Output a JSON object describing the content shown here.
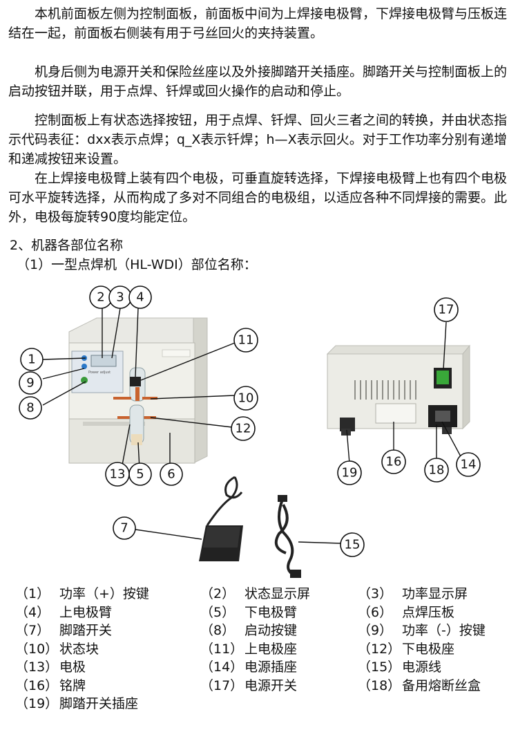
{
  "paragraphs": [
    "本机前面板左侧为控制面板，前面板中间为上焊接电极臂，下焊接电极臂与压板连结在一起，前面板右侧装有用于弓丝回火的夹持装置。",
    "机身后侧为电源开关和保险丝座以及外接脚踏开关插座。脚踏开关与控制面板上的启动按钮并联，用于点焊、钎焊或回火操作的启动和停止。",
    "控制面板上有状态选择按钮，用于点焊、钎焊、回火三者之间的转换，并由状态指示代码表征：dxx表示点焊；q_X表示钎焊；h—X表示回火。对于工作功率分别有递增和递减按钮来设置。",
    "在上焊接电极臂上装有四个电极，可垂直旋转选择，下焊接电极臂上也有四个电极可水平旋转选择，从而构成了多对不同组合的电极组，以适应各种不同焊接的需要。此外，电极每旋转90度均能定位。"
  ],
  "section_heading": "2、机器各部位名称",
  "sub_heading": "（1）一型点焊机（HL-WDⅠ）部位名称：",
  "figure": {
    "callouts": [
      "1",
      "2",
      "3",
      "4",
      "5",
      "6",
      "7",
      "8",
      "9",
      "10",
      "11",
      "12",
      "13",
      "14",
      "15",
      "16",
      "17",
      "18",
      "19"
    ],
    "front_panel_small_text": "Power adjust"
  },
  "parts_list": [
    {
      "num": "（1）",
      "name": "功率（+）按键"
    },
    {
      "num": "（2）",
      "name": "状态显示屏"
    },
    {
      "num": "（3）",
      "name": "功率显示屏"
    },
    {
      "num": "（4）",
      "name": "上电极臂"
    },
    {
      "num": "（5）",
      "name": "下电极臂"
    },
    {
      "num": "（6）",
      "name": "点焊压板"
    },
    {
      "num": "（7）",
      "name": "脚踏开关"
    },
    {
      "num": "（8）",
      "name": "启动按键"
    },
    {
      "num": "（9）",
      "name": "功率（-）按键"
    },
    {
      "num": "（10）",
      "name": "状态块"
    },
    {
      "num": "（11）",
      "name": "上电极座"
    },
    {
      "num": "（12）",
      "name": "下电极座"
    },
    {
      "num": "（13）",
      "name": "电极"
    },
    {
      "num": "（14）",
      "name": "电源插座"
    },
    {
      "num": "（15）",
      "name": "电源线"
    },
    {
      "num": "（16）",
      "name": "铭牌"
    },
    {
      "num": "（17）",
      "name": "电源开关"
    },
    {
      "num": "（18）",
      "name": "备用熔断丝盒"
    },
    {
      "num": "（19）",
      "name": "脚踏开关插座"
    }
  ]
}
